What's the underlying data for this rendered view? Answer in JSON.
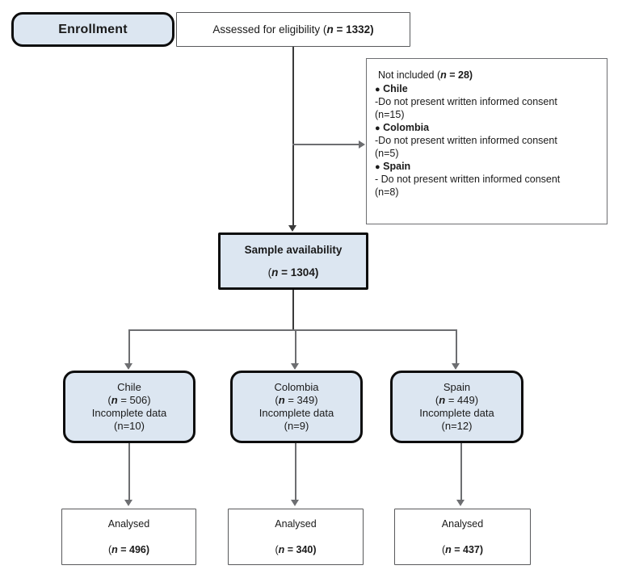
{
  "diagram": {
    "title": "CONSORT-style participant flow diagram",
    "colors": {
      "box_fill_blue": "#dce6f1",
      "box_border_dark": "#0d0d0d",
      "box_border_grey": "#58595b",
      "connector_grey": "#6d6e71",
      "background": "#ffffff"
    }
  },
  "enrollment": {
    "label": "Enrollment"
  },
  "assessed": {
    "text_before": "Assessed for eligibility (",
    "n_symbol": "n",
    "text_after": " = 1332)",
    "full": "Assessed for eligibility (n = 1332)"
  },
  "not_included": {
    "heading_before": "Not included (",
    "heading_n": "n",
    "heading_after": " = 28)",
    "heading_full": "Not included (n = 28)",
    "bullet": "●",
    "entries": [
      {
        "country": "Chile",
        "reason": "-Do not present written informed consent",
        "count": "(n=15)"
      },
      {
        "country": "Colombia",
        "reason": "-Do not present written informed consent",
        "count": "(n=5)"
      },
      {
        "country": "Spain",
        "reason": "- Do not present written informed consent",
        "count": "(n=8)"
      }
    ]
  },
  "sample_availability": {
    "line1": "Sample availability",
    "line2_before": "(",
    "line2_n": "n",
    "line2_after": " = 1304)",
    "line2_full": "(n = 1304)"
  },
  "countries": [
    {
      "name": "Chile",
      "n_label_before": "(",
      "n_symbol": "n",
      "n_label_after": " = 506)",
      "n_full": "(n = 506)",
      "incomplete_label": "Incomplete data",
      "incomplete_count": "(n=10)"
    },
    {
      "name": "Colombia",
      "n_label_before": "(",
      "n_symbol": "n",
      "n_label_after": " = 349)",
      "n_full": "(n = 349)",
      "incomplete_label": "Incomplete data",
      "incomplete_count": "(n=9)"
    },
    {
      "name": "Spain",
      "n_label_before": "(",
      "n_symbol": "n",
      "n_label_after": " = 449)",
      "n_full": "(n = 449)",
      "incomplete_label": "Incomplete data",
      "incomplete_count": "(n=12)"
    }
  ],
  "analysed": [
    {
      "label": "Analysed",
      "n_before": "(",
      "n_symbol": "n",
      "n_after": " = 496)",
      "n_full": "(n = 496)"
    },
    {
      "label": "Analysed",
      "n_before": "(",
      "n_symbol": "n",
      "n_after": " = 340)",
      "n_full": "(n = 340)"
    },
    {
      "label": "Analysed",
      "n_before": "(",
      "n_symbol": "n",
      "n_after": " = 437)",
      "n_full": "(n = 437)"
    }
  ]
}
